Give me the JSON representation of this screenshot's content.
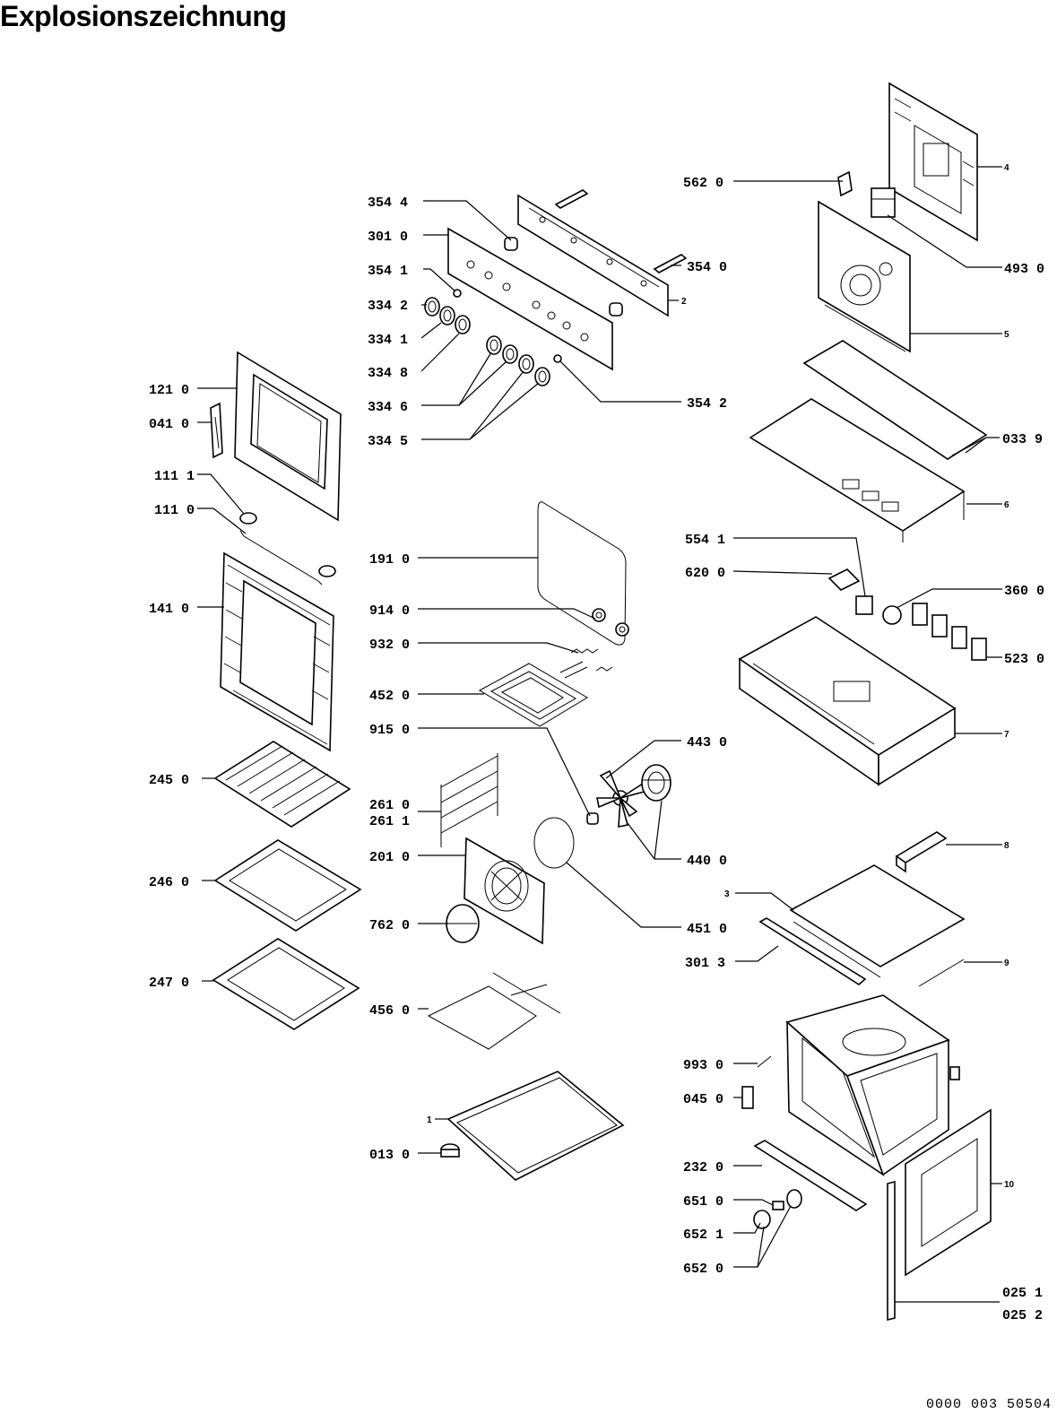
{
  "title": "Explosionszeichnung",
  "footer_code": "0000 003 50504",
  "labels": {
    "l3544": "354 4",
    "l3010": "301 0",
    "l3541": "354 1",
    "l3342": "334 2",
    "l3341": "334 1",
    "l3348": "334 8",
    "l3346": "334 6",
    "l3345": "334 5",
    "l3540": "354 0",
    "l3542": "354 2",
    "l1210": "121 0",
    "l0410": "041 0",
    "l1111": "111 1",
    "l1110": "111 0",
    "l1410": "141 0",
    "l2450": "245 0",
    "l2460": "246 0",
    "l2470": "247 0",
    "l1910": "191 0",
    "l9140": "914 0",
    "l9320": "932 0",
    "l4520": "452 0",
    "l9150": "915 0",
    "l2610": "261 0",
    "l2611": "261 1",
    "l2010": "201 0",
    "l7620": "762 0",
    "l4560": "456 0",
    "l0130": "013 0",
    "l4430": "443 0",
    "l4400": "440 0",
    "l4510": "451 0",
    "l5620": "562 0",
    "l4930": "493 0",
    "l0339": "033 9",
    "l5541": "554 1",
    "l6200": "620 0",
    "l3600": "360 0",
    "l5230": "523 0",
    "l3013": "301 3",
    "l9930": "993 0",
    "l0450": "045 0",
    "l2320": "232 0",
    "l6510": "651 0",
    "l6521": "652 1",
    "l6520": "652 0",
    "l0251": "025 1",
    "l0252": "025 2",
    "n1": "1",
    "n2": "2",
    "n3": "3",
    "n4": "4",
    "n5": "5",
    "n6": "6",
    "n7": "7",
    "n8": "8",
    "n9": "9",
    "n10": "10"
  }
}
